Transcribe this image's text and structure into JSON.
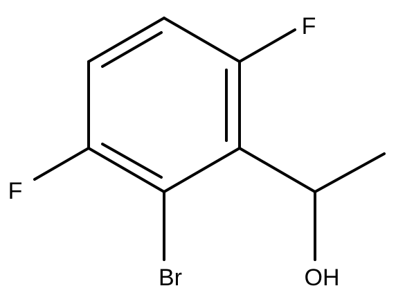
{
  "molecule": {
    "atoms": {
      "f_top": "F",
      "f_left": "F",
      "br": "Br",
      "oh": "OH"
    }
  }
}
